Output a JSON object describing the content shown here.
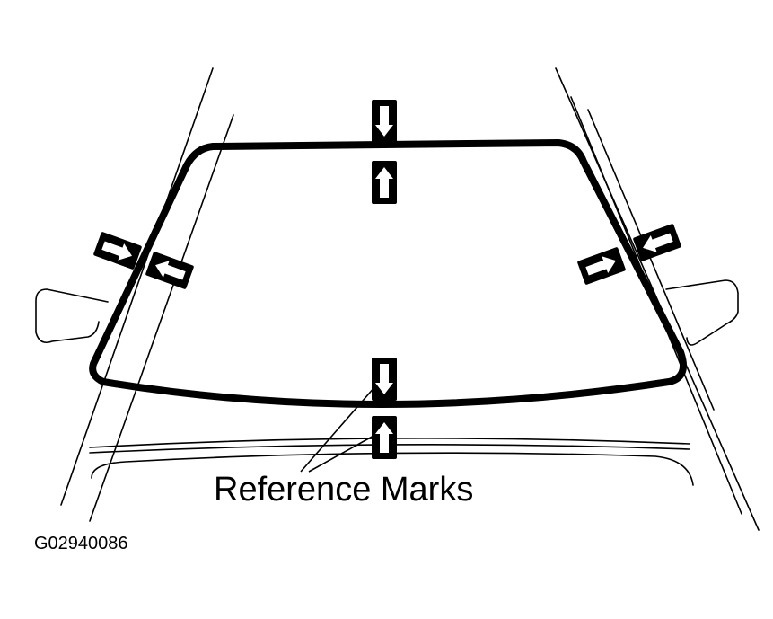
{
  "diagram": {
    "callout_label": "Reference Marks",
    "figure_id": "G02940086",
    "line_color": "#000000",
    "fill_color": "#ffffff",
    "icons": [
      "windshield-outline",
      "reference-mark-arrow-icon"
    ]
  }
}
